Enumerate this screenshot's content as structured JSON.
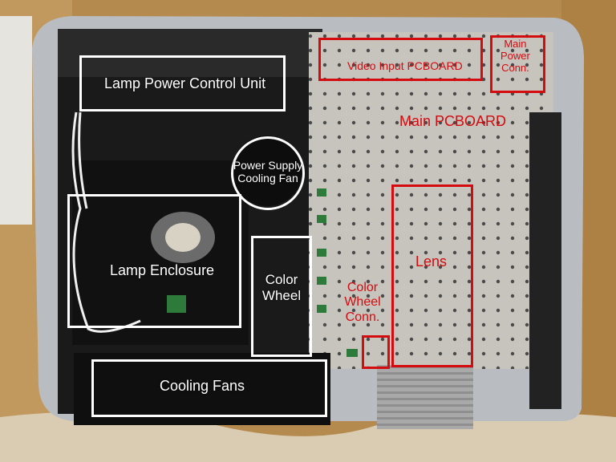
{
  "labels": {
    "lamp_power_control_unit": "Lamp Power Control Unit",
    "video_input_pcboard": "Video Input PCBOARD",
    "main_power_conn": "Main\nPower\nConn.",
    "main_pcboard": "Main PCBOARD",
    "power_supply_cooling_fan": "Power Supply\nCooling Fan",
    "lamp_enclosure": "Lamp Enclosure",
    "color_wheel": "Color\nWheel",
    "lens": "Lens",
    "color_wheel_conn": "Color\nWheel\nConn.",
    "cooling_fans": "Cooling Fans"
  },
  "colors": {
    "white_label": "#ffffff",
    "red_label": "#d40c10",
    "table_wood": "#b58a4e",
    "chassis_grey": "#b9bcc0",
    "black_plastic": "#141414",
    "metal_board": "#c7c3bd"
  }
}
